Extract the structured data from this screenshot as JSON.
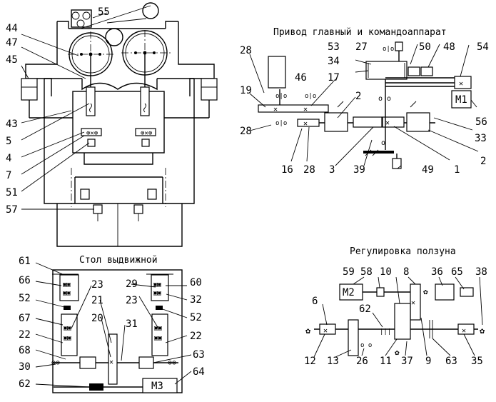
{
  "titles": {
    "main_drive": "Привод главный и командоаппарат",
    "slide_adjust": "Регулировка ползуна",
    "table": "Стол выдвижной"
  },
  "motors": {
    "m1": "M1",
    "m2": "M2",
    "m3": "M3"
  },
  "press_labels": [
    "55",
    "44",
    "47",
    "45",
    "43",
    "5",
    "4",
    "7",
    "51",
    "57"
  ],
  "drive_labels": [
    "27",
    "50",
    "48",
    "54",
    "53",
    "34",
    "28",
    "46",
    "19",
    "17",
    "2",
    "28",
    "16",
    "28",
    "3",
    "39",
    "49",
    "1",
    "2",
    "33",
    "56"
  ],
  "table_labels": [
    "61",
    "66",
    "52",
    "67",
    "22",
    "68",
    "30",
    "62",
    "23",
    "21",
    "20",
    "31",
    "29",
    "60",
    "32",
    "23",
    "52",
    "22",
    "63",
    "64"
  ],
  "adjust_labels": [
    "59",
    "58",
    "10",
    "8",
    "36",
    "65",
    "38",
    "6",
    "62",
    "12",
    "13",
    "26",
    "11",
    "37",
    "9",
    "63",
    "35"
  ]
}
